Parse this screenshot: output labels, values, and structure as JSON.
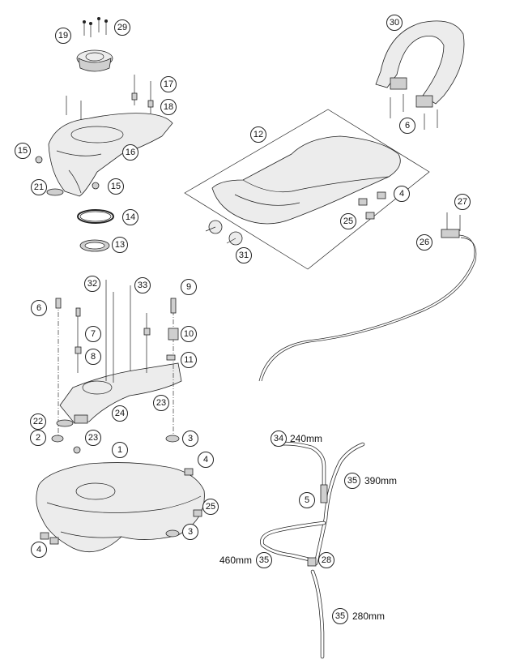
{
  "callouts": {
    "c1": "1",
    "c2": "2",
    "c3a": "3",
    "c3b": "3",
    "c4a": "4",
    "c4b": "4",
    "c4c": "4",
    "c5": "5",
    "c6a": "6",
    "c6b": "6",
    "c7": "7",
    "c8": "8",
    "c9": "9",
    "c10": "10",
    "c11": "11",
    "c12": "12",
    "c13": "13",
    "c14": "14",
    "c15a": "15",
    "c15b": "15",
    "c16": "16",
    "c17": "17",
    "c18": "18",
    "c19": "19",
    "c21": "21",
    "c22": "22",
    "c23a": "23",
    "c23b": "23",
    "c24": "24",
    "c25a": "25",
    "c25b": "25",
    "c26": "26",
    "c27": "27",
    "c28": "28",
    "c29": "29",
    "c30": "30",
    "c31": "31",
    "c32": "32",
    "c33": "33",
    "c34": "34",
    "c35a": "35",
    "c35b": "35",
    "c35c": "35"
  },
  "hose_lengths": {
    "h34": "240mm",
    "h35_top": "390mm",
    "h35_left": "460mm",
    "h35_bottom": "280mm"
  }
}
